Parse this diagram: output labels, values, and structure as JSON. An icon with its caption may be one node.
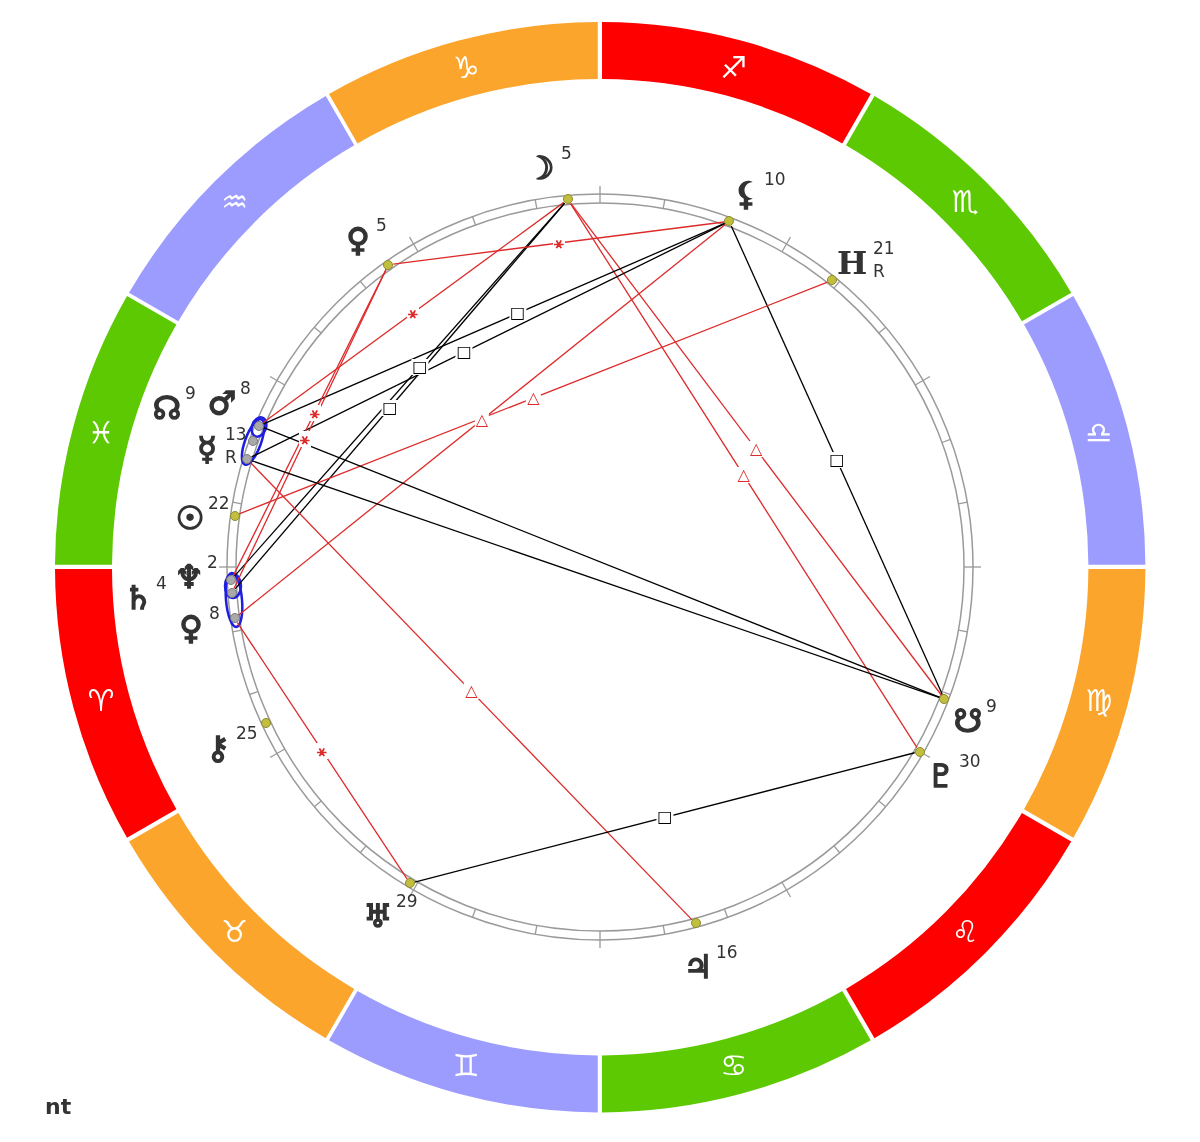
{
  "diagram": {
    "nodes": [
      {
        "text": [
          "♑"
        ]
      },
      {
        "text": [
          "♐"
        ]
      },
      {
        "text": [
          "♒"
        ]
      },
      {
        "text": [
          "♏"
        ]
      },
      {
        "text": [
          "♓"
        ]
      },
      {
        "text": [
          "♎"
        ]
      },
      {
        "text": [
          "♈"
        ]
      },
      {
        "text": [
          "♍"
        ]
      },
      {
        "text": [
          "♉"
        ]
      },
      {
        "text": [
          "♌"
        ]
      },
      {
        "text": [
          "♊"
        ]
      },
      {
        "text": [
          "♋"
        ]
      },
      {
        "text": [],
        "shape": "circle",
        "beside": [
          "☽",
          "5"
        ]
      },
      {
        "text": [],
        "shape": "circle",
        "beside": [
          "⚸",
          "10"
        ]
      },
      {
        "text": [],
        "shape": "circle",
        "beside": [
          "♀",
          "5"
        ]
      },
      {
        "text": [],
        "shape": "circle",
        "beside": [
          "H",
          "21",
          "R"
        ]
      },
      {
        "text": [],
        "shape": "circle",
        "beside": [
          "☊",
          "9"
        ]
      },
      {
        "text": [],
        "shape": "circle",
        "beside": [
          "♂",
          "8"
        ]
      },
      {
        "text": [],
        "shape": "circle",
        "beside": [
          "☿",
          "13",
          "R"
        ]
      },
      {
        "text": [],
        "shape": "circle",
        "beside": [
          "☉",
          "22"
        ]
      },
      {
        "text": [],
        "shape": "circle",
        "beside": [
          "♄",
          "4"
        ]
      },
      {
        "text": [],
        "shape": "circle",
        "beside": [
          "♆",
          "2"
        ]
      },
      {
        "text": [],
        "shape": "circle",
        "beside": [
          "♀",
          "8"
        ]
      },
      {
        "text": [],
        "shape": "circle",
        "beside": [
          "☋",
          "9"
        ]
      },
      {
        "text": [],
        "shape": "circle",
        "beside": [
          "⚷",
          "25"
        ]
      },
      {
        "text": [],
        "shape": "circle",
        "beside": [
          "♇",
          "30"
        ]
      },
      {
        "text": [],
        "shape": "circle",
        "beside": [
          "♅",
          "29"
        ]
      },
      {
        "text": [],
        "shape": "circle",
        "beside": [
          "♃",
          "16"
        ]
      }
    ],
    "edges": [
      {
        "from": 12,
        "to": 17,
        "arrow": "none",
        "label": "⚹"
      },
      {
        "from": 12,
        "to": 21,
        "arrow": "none",
        "label": "□",
        "color": "#000000"
      },
      {
        "from": 12,
        "to": 20,
        "arrow": "none",
        "label": "□",
        "color": "#000000"
      },
      {
        "from": 12,
        "to": 23,
        "arrow": "none",
        "label": "△"
      },
      {
        "from": 12,
        "to": 25,
        "arrow": "none",
        "label": "△"
      },
      {
        "from": 13,
        "to": 14,
        "arrow": "none",
        "label": "⚹"
      },
      {
        "from": 13,
        "to": 17,
        "arrow": "none",
        "label": "□",
        "color": "#000000"
      },
      {
        "from": 13,
        "to": 18,
        "arrow": "none",
        "label": "□",
        "color": "#000000"
      },
      {
        "from": 13,
        "to": 22,
        "arrow": "none",
        "label": "△"
      },
      {
        "from": 13,
        "to": 23,
        "arrow": "none",
        "label": "□",
        "color": "#000000"
      },
      {
        "from": 14,
        "to": 21,
        "arrow": "none",
        "label": "⚹"
      },
      {
        "from": 14,
        "to": 20,
        "arrow": "none",
        "label": "⚹"
      },
      {
        "from": 15,
        "to": 19,
        "arrow": "none",
        "label": "△"
      },
      {
        "from": 17,
        "to": 23,
        "arrow": "none",
        "color": "#000000"
      },
      {
        "from": 18,
        "to": 23,
        "arrow": "none",
        "color": "#000000"
      },
      {
        "from": 18,
        "to": 27,
        "arrow": "none",
        "label": "△"
      },
      {
        "from": 22,
        "to": 26,
        "arrow": "none",
        "label": "⚹"
      },
      {
        "from": 26,
        "to": 25,
        "arrow": "none",
        "label": "□",
        "color": "#000000"
      }
    ],
    "labels": [
      "nt"
    ]
  }
}
